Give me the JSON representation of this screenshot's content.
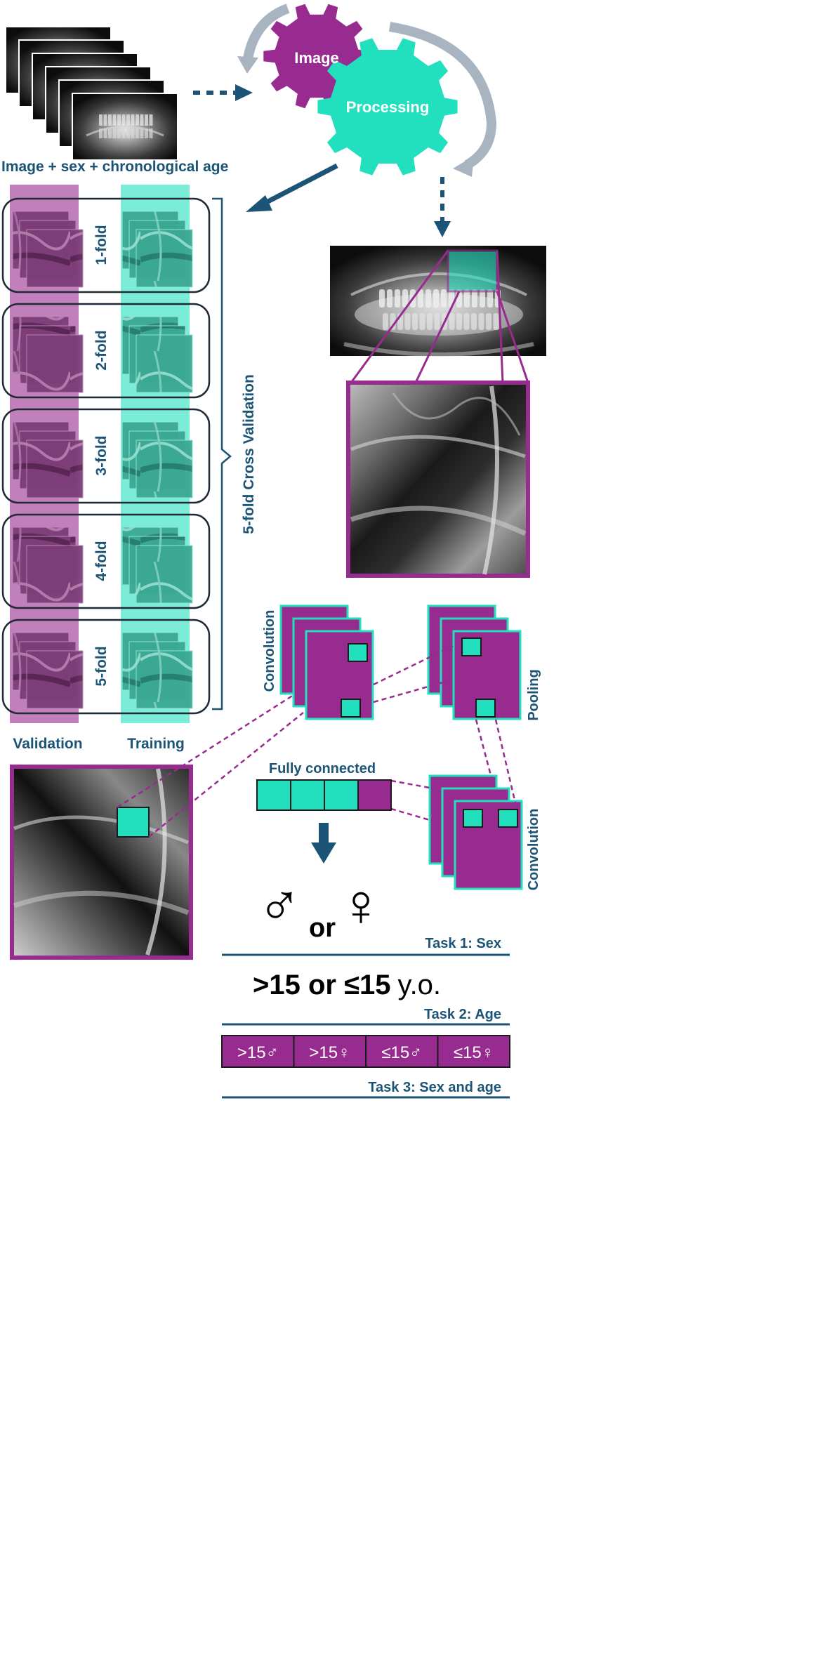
{
  "colors": {
    "purple": "#972b8f",
    "teal": "#22e0bd",
    "navy": "#1b5476",
    "gray_arrow": "#a9b4c1",
    "dark": "#1a1a1a"
  },
  "top": {
    "input_caption": "Image + sex + chronological age",
    "gear_image_label": "Image",
    "gear_processing_label": "Processing"
  },
  "cv": {
    "title": "5-fold Cross Validation",
    "folds": [
      "1-fold",
      "2-fold",
      "3-fold",
      "4-fold",
      "5-fold"
    ],
    "validation_label": "Validation",
    "training_label": "Training"
  },
  "cnn": {
    "convolution_label_1": "Convolution",
    "pooling_label": "Pooling",
    "convolution_label_2": "Convolution",
    "fully_connected_label": "Fully connected"
  },
  "tasks": {
    "male_symbol": "♂",
    "or_text": "or",
    "female_symbol": "♀",
    "task1_label": "Task 1: Sex",
    "age_text_bold": ">15 or ≤15",
    "age_text_unit": "y.o.",
    "task2_label": "Task 2: Age",
    "task3_cells": [
      ">15♂",
      ">15♀",
      "≤15♂",
      "≤15♀"
    ],
    "task3_label": "Task 3: Sex and age"
  }
}
